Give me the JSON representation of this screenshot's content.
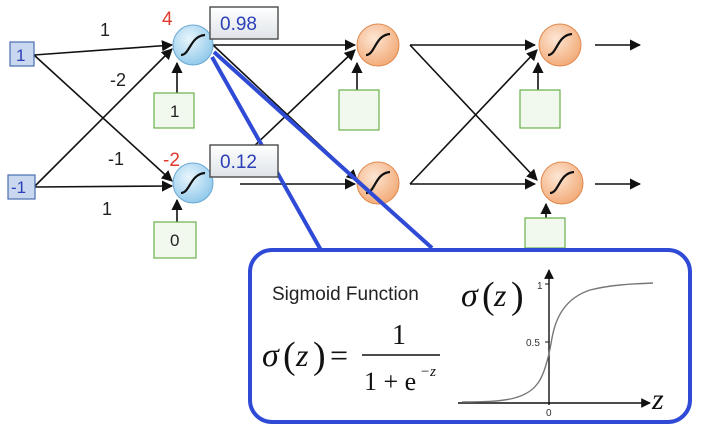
{
  "inputs": [
    "1",
    "-1"
  ],
  "weights": {
    "x1_to_n1": "1",
    "x1_to_n2": "-2",
    "x2_to_n1": "-1",
    "x2_to_n2": "1"
  },
  "biases": [
    "1",
    "0"
  ],
  "z_values": [
    "4",
    "-2"
  ],
  "outputs": [
    "0.98",
    "0.12"
  ],
  "sigmoid_box": {
    "title": "Sigmoid Function",
    "lhs_sigma": "σ",
    "lhs_z": "z",
    "equals": "=",
    "numerator": "1",
    "denominator_base": "1 + e",
    "denominator_exp": "−z",
    "graph_label_sigma": "σ",
    "graph_label_z": "z",
    "tick_y_top": "1",
    "tick_y_mid": "0.5",
    "tick_x_zero": "0",
    "axis_label_x": "z"
  },
  "colors": {
    "input_fill": "#c9d8ef",
    "input_stroke": "#4a6fb0",
    "bias_stroke": "#6ab04c",
    "bias_fill": "#f1f9ee",
    "neuron_blue": "#9ed3f2",
    "neuron_orange": "#f6b98e",
    "callout_stroke": "#2f4bd6",
    "z_red": "#e03a2f"
  }
}
